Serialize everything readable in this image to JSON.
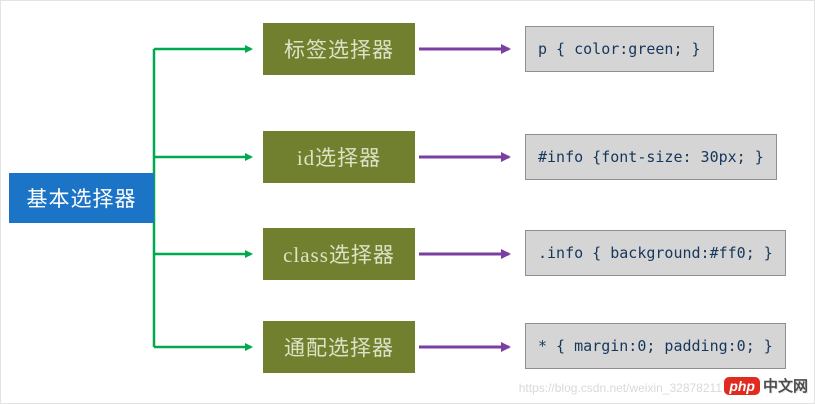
{
  "diagram": {
    "root": {
      "label": "基本选择器"
    },
    "rows": [
      {
        "selector": "标签选择器",
        "code": "p { color:green; }"
      },
      {
        "selector": "id选择器",
        "code": "#info {font-size: 30px; }"
      },
      {
        "selector": "class选择器",
        "code": ".info { background:#ff0; }"
      },
      {
        "selector": "通配选择器",
        "code": "* { margin:0; padding:0; }"
      }
    ]
  },
  "watermark": {
    "url": "https://blog.csdn.net/weixin_32878211",
    "logo_php": "php",
    "logo_cn": "中文网"
  },
  "colors": {
    "root_bg": "#1b74c5",
    "selector_bg": "#71802e",
    "code_bg": "#d5d5d5",
    "code_text": "#16365c",
    "arrow_green": "#00a94f",
    "arrow_purple": "#7a3fa0"
  }
}
